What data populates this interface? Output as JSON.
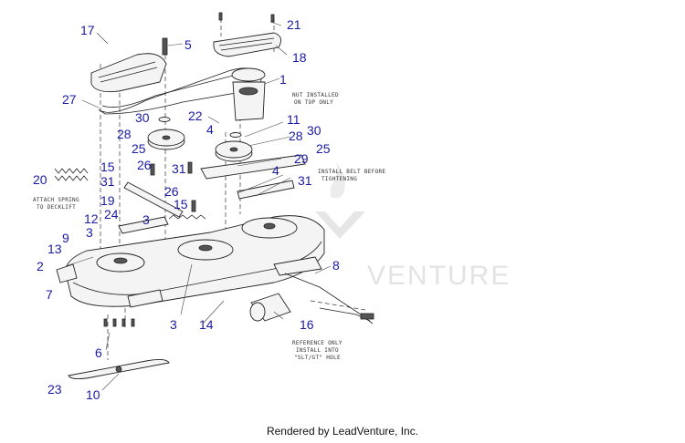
{
  "footer": "Rendered by LeadVenture, Inc.",
  "watermark": "VENTURE",
  "notes": {
    "nut": [
      "NUT INSTALLED",
      "ON TOP ONLY"
    ],
    "belt": [
      "INSTALL BELT BEFORE",
      "TIGHTENING"
    ],
    "spring": [
      "ATTACH SPRING",
      "TO DECKLIFT"
    ],
    "ref": [
      "REFERENCE ONLY",
      "INSTALL INTO",
      "\"SLT/GT\" HOLE"
    ]
  },
  "callouts": {
    "c17": "17",
    "c5": "5",
    "c21": "21",
    "c18": "18",
    "c1": "1",
    "c27": "27",
    "c30a": "30",
    "c22": "22",
    "c4a": "4",
    "c11": "11",
    "c30b": "30",
    "c28a": "28",
    "c28b": "28",
    "c25a": "25",
    "c25b": "25",
    "c26a": "26",
    "c31a": "31",
    "c29": "29",
    "c4b": "4",
    "c20": "20",
    "c15a": "15",
    "c31b": "31",
    "c31c": "31",
    "c26b": "26",
    "c15b": "15",
    "c19": "19",
    "c24": "24",
    "c3a": "3",
    "c12": "12",
    "c3b": "3",
    "c9": "9",
    "c13": "13",
    "c2": "2",
    "c7": "7",
    "c8": "8",
    "c3c": "3",
    "c14": "14",
    "c16": "16",
    "c6": "6",
    "c23": "23",
    "c10": "10"
  },
  "colors": {
    "callout": "#1a1aa8",
    "line": "#222222",
    "watermark": "#e3e3e3"
  }
}
